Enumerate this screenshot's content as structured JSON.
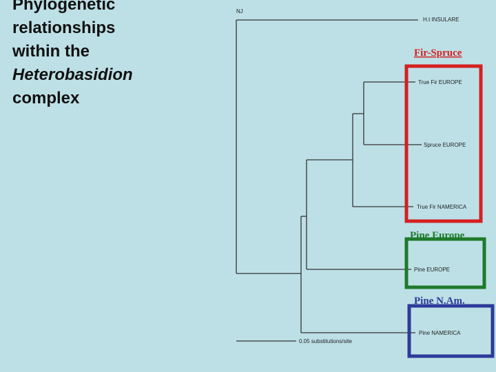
{
  "title": {
    "line1": "Phylogenetic",
    "line2": "relationships",
    "line3": "within the",
    "genus": "Heterobasidion",
    "line5": "complex"
  },
  "tree": {
    "method": "NJ",
    "leaves": [
      "H.t INSULARE",
      "True Fir EUROPE",
      "Spruce EUROPE",
      "True Fir NAMERICA",
      "Pine EUROPE",
      "Pine NAMERICA"
    ],
    "scale_label": "0.05 substitutions/site"
  },
  "groups": [
    {
      "label": "Fir-Spruce",
      "color": "#d42020"
    },
    {
      "label": "Pine Europe",
      "color": "#1f7a2a"
    },
    {
      "label": "Pine N.Am.",
      "color": "#2e3a9a"
    }
  ],
  "colors": {
    "background": "#bde0e6",
    "branch": "#333333"
  }
}
